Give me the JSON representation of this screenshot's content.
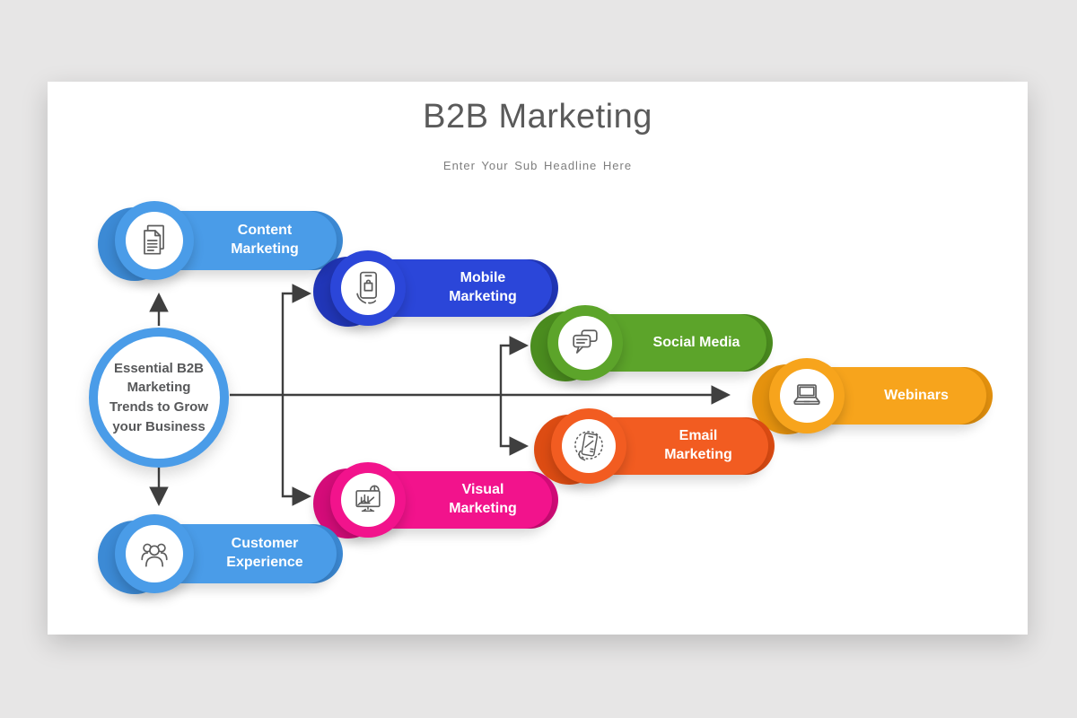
{
  "page": {
    "background": "#e7e6e6",
    "card_background": "#ffffff"
  },
  "header": {
    "title": "B2B Marketing",
    "subtitle": "Enter Your Sub Headline Here",
    "title_color": "#5a5a5a",
    "subtitle_color": "#7e7e7e"
  },
  "center_node": {
    "label": "Essential B2B Marketing Trends to Grow your Business",
    "lines": [
      "Essential B2B",
      "Marketing",
      "Trends to Grow",
      "your Business"
    ],
    "ring_color": "#4a9ce8",
    "text_color": "#57585a"
  },
  "arrows": {
    "color": "#3f3f3f"
  },
  "icon_stroke_color": "#5d5d5d",
  "nodes": [
    {
      "id": "content-marketing",
      "label": "Content Marketing",
      "lines": [
        "Content",
        "Marketing"
      ],
      "color": "#4a9ce8",
      "dark_color": "#3c8ad5",
      "icon": "documents-icon"
    },
    {
      "id": "mobile-marketing",
      "label": "Mobile Marketing",
      "lines": [
        "Mobile",
        "Marketing"
      ],
      "color": "#2b46d9",
      "dark_color": "#2136b8",
      "icon": "mobile-shopping-icon"
    },
    {
      "id": "social-media",
      "label": "Social Media",
      "lines": [
        "Social Media"
      ],
      "color": "#5ca42a",
      "dark_color": "#4b8d1f",
      "icon": "chat-bubbles-icon"
    },
    {
      "id": "webinars",
      "label": "Webinars",
      "lines": [
        "Webinars"
      ],
      "color": "#f7a41c",
      "dark_color": "#e5920e",
      "icon": "laptop-icon"
    },
    {
      "id": "email-marketing",
      "label": "Email Marketing",
      "lines": [
        "Email",
        "Marketing"
      ],
      "color": "#f25c21",
      "dark_color": "#dd4c13",
      "icon": "phone-email-icon"
    },
    {
      "id": "visual-marketing",
      "label": "Visual Marketing",
      "lines": [
        "Visual",
        "Marketing"
      ],
      "color": "#f2138c",
      "dark_color": "#d40c79",
      "icon": "analytics-monitor-icon"
    },
    {
      "id": "customer-experience",
      "label": "Customer Experience",
      "lines": [
        "Customer",
        "Experience"
      ],
      "color": "#4a9ce8",
      "dark_color": "#3c8ad5",
      "icon": "people-icon"
    }
  ]
}
